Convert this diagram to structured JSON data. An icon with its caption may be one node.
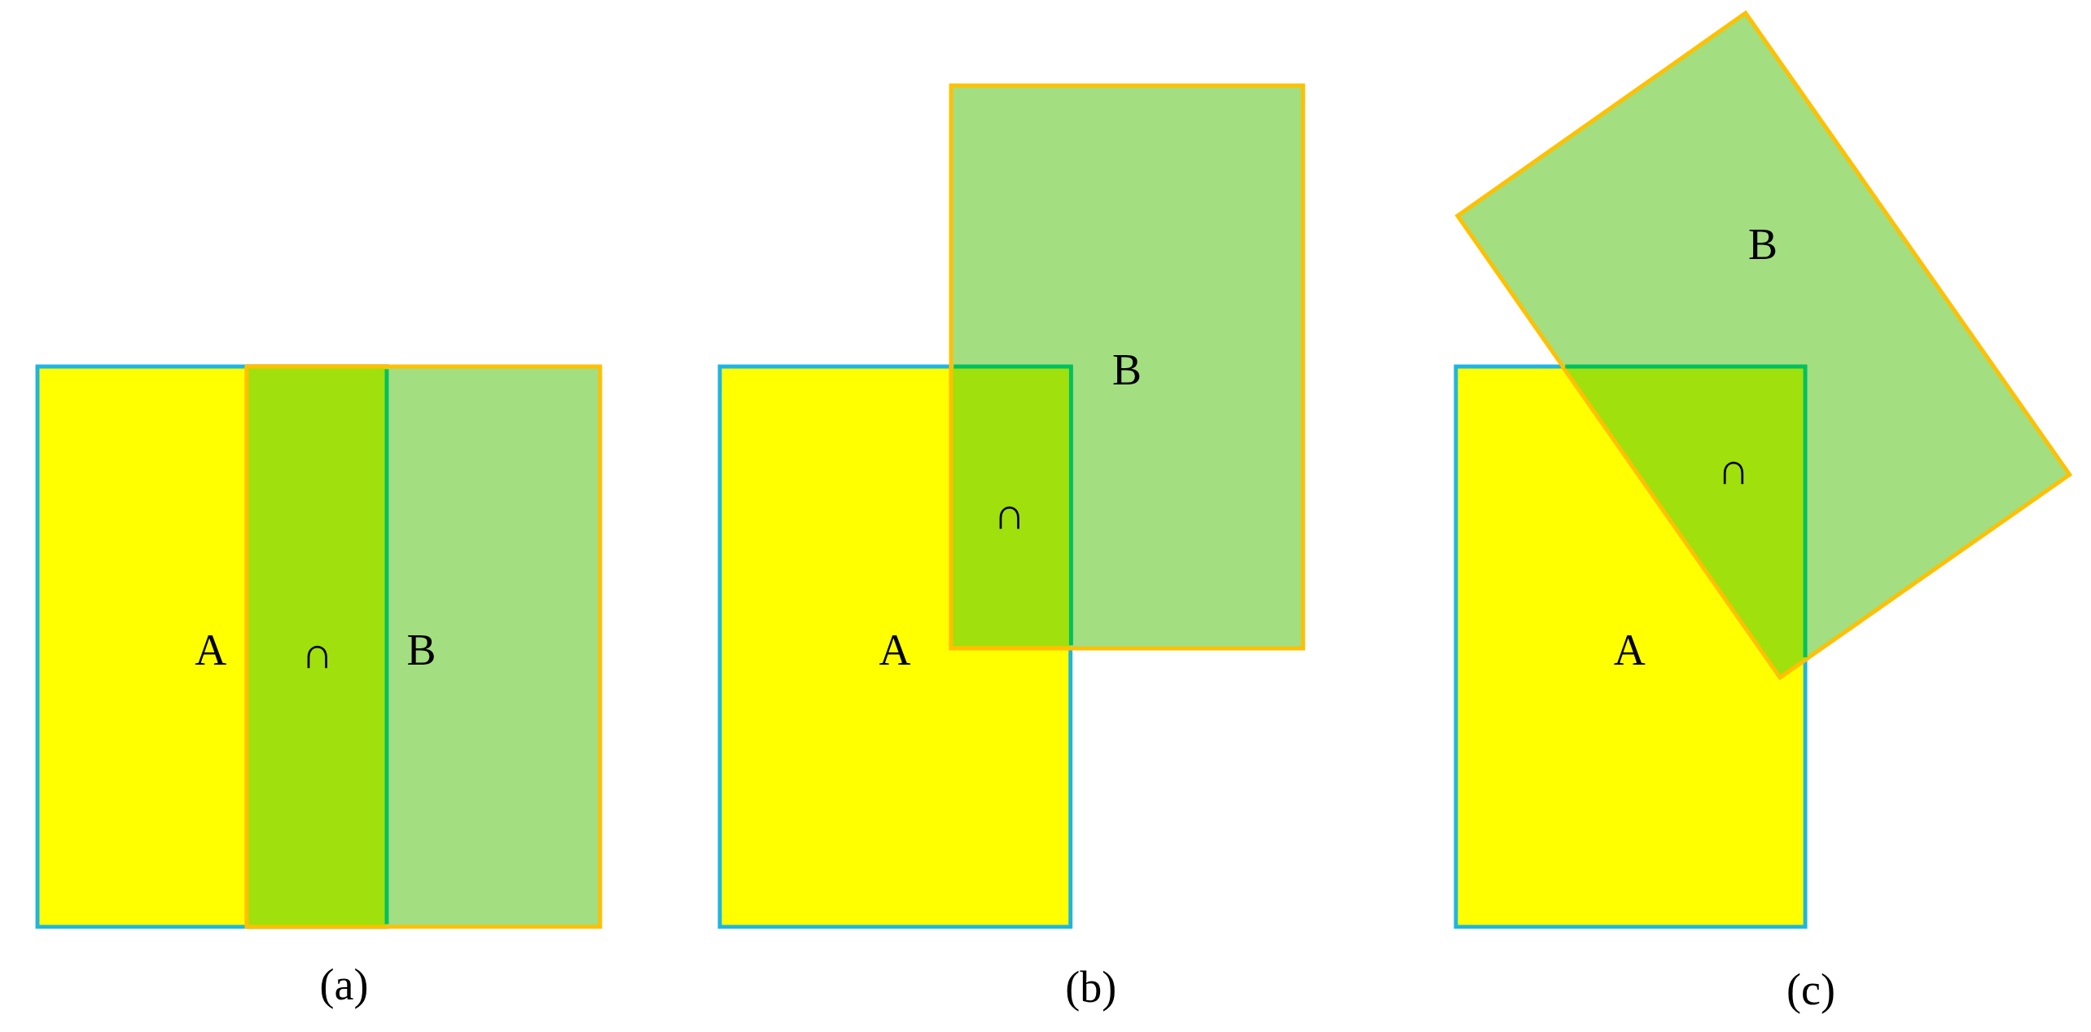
{
  "diagram": {
    "nodes": [
      {
        "text": [
          "A"
        ]
      },
      {
        "text": [
          "B"
        ]
      },
      {
        "text": [
          "∩"
        ]
      },
      {
        "text": [
          "A"
        ]
      },
      {
        "text": [
          "B"
        ]
      },
      {
        "text": [
          "∩"
        ]
      },
      {
        "text": [
          "A"
        ]
      },
      {
        "text": [
          "B"
        ]
      },
      {
        "text": [
          "∩"
        ]
      }
    ],
    "labels": [
      "(a)",
      "(b)",
      "(c)"
    ]
  }
}
